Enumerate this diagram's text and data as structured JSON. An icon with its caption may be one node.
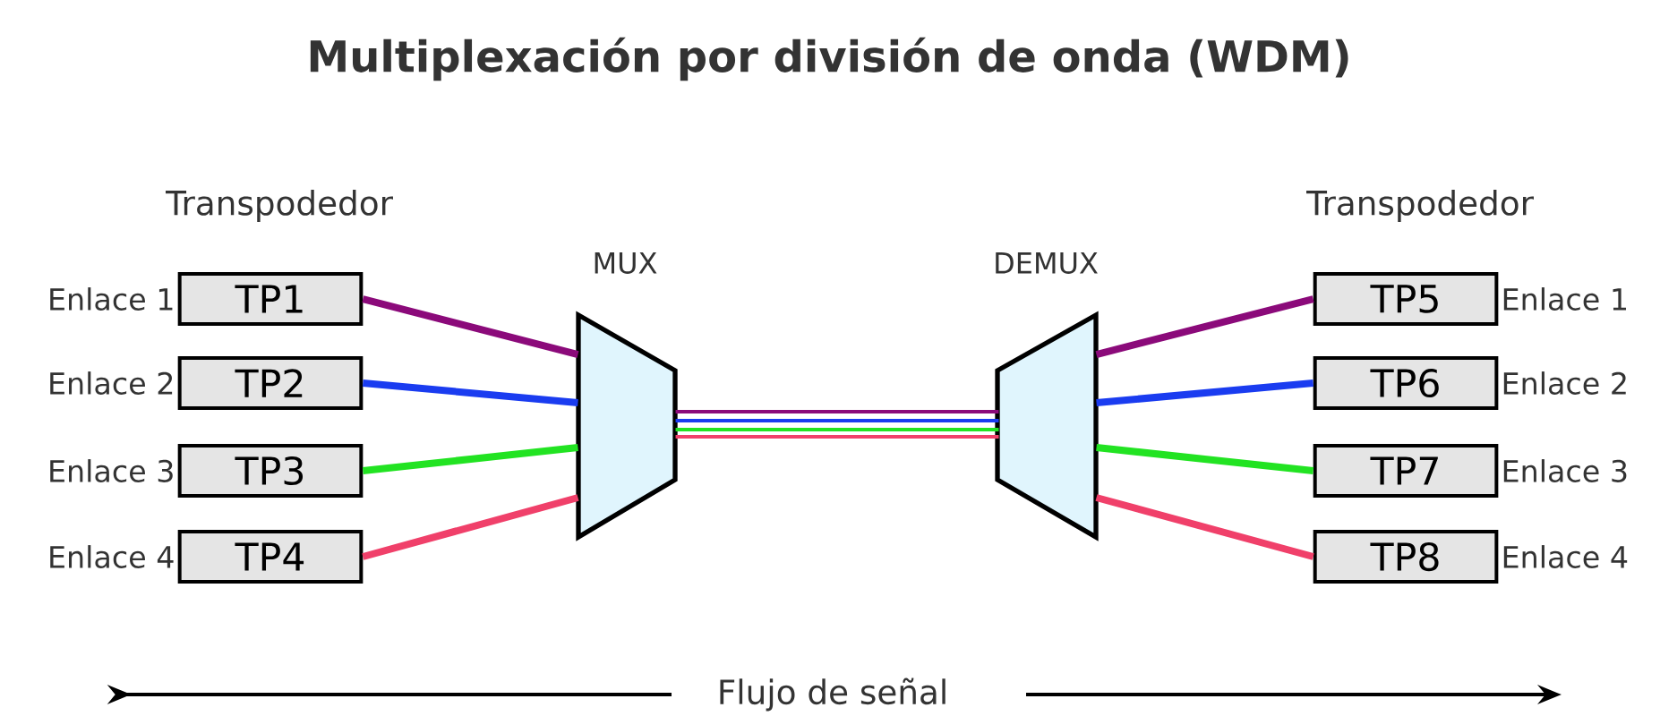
{
  "diagram": {
    "title": "Multiplexación por división de onda (WDM)",
    "nodes": [
      {
        "text": [
          "TP1"
        ],
        "beside": [
          "Enlace 1"
        ]
      },
      {
        "text": [
          "TP2"
        ],
        "beside": [
          "Enlace 2"
        ]
      },
      {
        "text": [
          "TP3"
        ],
        "beside": [
          "Enlace 3"
        ]
      },
      {
        "text": [
          "TP4"
        ],
        "beside": [
          "Enlace 4"
        ]
      },
      {
        "text": [
          "MUX"
        ]
      },
      {
        "text": [
          "DEMUX"
        ]
      },
      {
        "text": [
          "TP5"
        ],
        "beside": [
          "Enlace 1"
        ]
      },
      {
        "text": [
          "TP6"
        ],
        "beside": [
          "Enlace 2"
        ]
      },
      {
        "text": [
          "TP7"
        ],
        "beside": [
          "Enlace 3"
        ]
      },
      {
        "text": [
          "TP8"
        ],
        "beside": [
          "Enlace 4"
        ]
      }
    ],
    "edges": [
      {
        "from": 0,
        "to": 4,
        "arrow": "none",
        "color": "#8b0a7a"
      },
      {
        "from": 1,
        "to": 4,
        "arrow": "none",
        "color": "#1a3cf0"
      },
      {
        "from": 2,
        "to": 4,
        "arrow": "none",
        "color": "#22e322"
      },
      {
        "from": 3,
        "to": 4,
        "arrow": "none",
        "color": "#f0406a"
      },
      {
        "from": 4,
        "to": 5,
        "arrow": "none",
        "color": "#8b0a7a"
      },
      {
        "from": 4,
        "to": 5,
        "arrow": "none",
        "color": "#1a3cf0"
      },
      {
        "from": 4,
        "to": 5,
        "arrow": "none",
        "color": "#22e322"
      },
      {
        "from": 4,
        "to": 5,
        "arrow": "none",
        "color": "#f0406a"
      },
      {
        "from": 5,
        "to": 6,
        "arrow": "none",
        "color": "#8b0a7a"
      },
      {
        "from": 5,
        "to": 7,
        "arrow": "none",
        "color": "#1a3cf0"
      },
      {
        "from": 5,
        "to": 8,
        "arrow": "none",
        "color": "#22e322"
      },
      {
        "from": 5,
        "to": 9,
        "arrow": "none",
        "color": "#f0406a"
      }
    ],
    "labels": [
      "Transpodedor",
      "Transpodedor",
      "Flujo de señal"
    ]
  }
}
